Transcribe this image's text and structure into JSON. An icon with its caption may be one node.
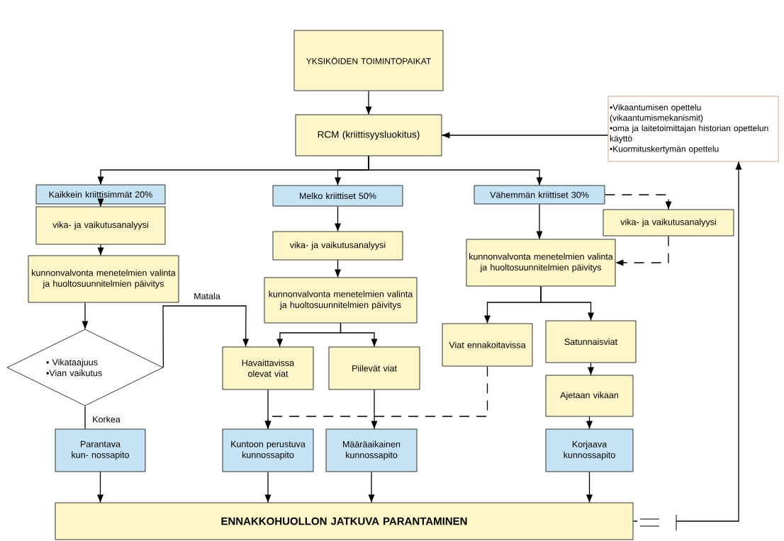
{
  "diagram": {
    "nodes": [
      {
        "text": [
          "YKSIKÖIDEN TOIMINTOPAIKAT"
        ]
      },
      {
        "text": [
          "RCM (kriittisyysluokitus)"
        ]
      },
      {
        "text": [
          "•Vikaantumisen opettelu (vikaantumismekanismit)",
          "•oma ja laitetoimittajan historian opettelun käyttö",
          "•Kuormituskertymän opettelu"
        ]
      },
      {
        "text": [
          "Kaikkein kriittisimmät 20%"
        ]
      },
      {
        "text": [
          "vika- ja vaikutusanalyysi"
        ]
      },
      {
        "text": [
          "kunnonvalvonta menetelmien valinta ja huoltosuunnitelmien päivitys"
        ]
      },
      {
        "text": [
          "• Vikataajuus",
          "•Vian vaikutus"
        ]
      },
      {
        "text": [
          "Melko kriittiset 50%"
        ]
      },
      {
        "text": [
          "vika- ja vaikutusanalyysi"
        ]
      },
      {
        "text": [
          "kunnonvalvonta menetelmien valinta ja huoltosuunnitelmien päivitys"
        ]
      },
      {
        "text": [
          "Havaittavissa olevat viat"
        ]
      },
      {
        "text": [
          "Piilevät viat"
        ]
      },
      {
        "text": [
          "Vähemmän kriittiset 30%"
        ]
      },
      {
        "text": [
          "vika- ja vaikutusanalyysi"
        ]
      },
      {
        "text": [
          "kunnonvalvonta menetelmien valinta ja huoltosuunnitelmien päivitys"
        ]
      },
      {
        "text": [
          "Viat ennakoitavissa"
        ]
      },
      {
        "text": [
          "Satunnaisviat"
        ]
      },
      {
        "text": [
          "Ajetaan vikaan"
        ]
      },
      {
        "text": [
          "Parantava kun- nossapito"
        ]
      },
      {
        "text": [
          "Kuntoon perustuva kunnossapito"
        ]
      },
      {
        "text": [
          "Määräaikainen kunnossapito"
        ]
      },
      {
        "text": [
          "Korjaava kunnossapito"
        ]
      },
      {
        "text": [
          "ENNAKKOHUOLLON JATKUVA PARANTAMINEN"
        ]
      }
    ],
    "edges": [
      {
        "from": 0,
        "to": 1,
        "arrow": "to"
      },
      {
        "from": 2,
        "to": 1,
        "arrow": "to"
      },
      {
        "from": 1,
        "to": 3,
        "arrow": "to"
      },
      {
        "from": 1,
        "to": 7,
        "arrow": "to"
      },
      {
        "from": 1,
        "to": 12,
        "arrow": "to"
      },
      {
        "from": 3,
        "to": 4,
        "arrow": "to"
      },
      {
        "from": 4,
        "to": 5,
        "arrow": "to"
      },
      {
        "from": 5,
        "to": 6,
        "arrow": "to"
      },
      {
        "from": 6,
        "to": 10,
        "arrow": "to",
        "label": "Matala"
      },
      {
        "from": 6,
        "to": 18,
        "arrow": "none",
        "label": "Korkea"
      },
      {
        "from": 7,
        "to": 8,
        "arrow": "to"
      },
      {
        "from": 8,
        "to": 9,
        "arrow": "to"
      },
      {
        "from": 9,
        "to": 10,
        "arrow": "to"
      },
      {
        "from": 9,
        "to": 11,
        "arrow": "to"
      },
      {
        "from": 12,
        "to": 14,
        "arrow": "to"
      },
      {
        "from": 12,
        "to": 13,
        "arrow": "to",
        "style": "dashed"
      },
      {
        "from": 13,
        "to": 14,
        "arrow": "to",
        "style": "dashed"
      },
      {
        "from": 14,
        "to": 15,
        "arrow": "to"
      },
      {
        "from": 14,
        "to": 16,
        "arrow": "to"
      },
      {
        "from": 16,
        "to": 17,
        "arrow": "to"
      },
      {
        "from": 17,
        "to": 21,
        "arrow": "to"
      },
      {
        "from": 15,
        "to": 19,
        "arrow": "to",
        "style": "dashed"
      },
      {
        "from": 10,
        "to": 19,
        "arrow": "to"
      },
      {
        "from": 11,
        "to": 20,
        "arrow": "to"
      },
      {
        "from": 18,
        "to": 22,
        "arrow": "to"
      },
      {
        "from": 19,
        "to": 22,
        "arrow": "to"
      },
      {
        "from": 20,
        "to": 22,
        "arrow": "to"
      },
      {
        "from": 21,
        "to": 22,
        "arrow": "to"
      },
      {
        "from": 22,
        "to": 2,
        "arrow": "to"
      }
    ]
  }
}
